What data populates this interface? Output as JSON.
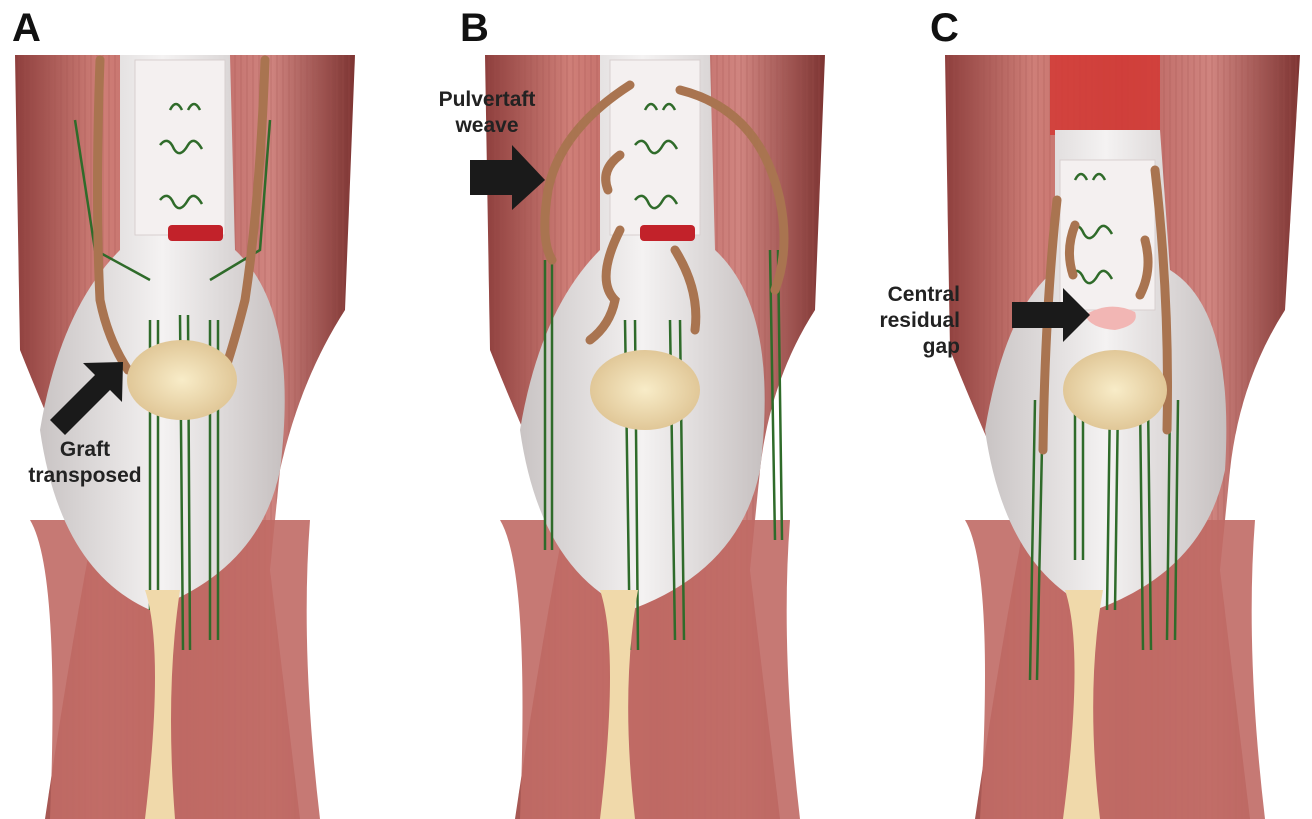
{
  "panels": [
    {
      "letter": "A",
      "annotation": [
        "Graft",
        "transposed"
      ]
    },
    {
      "letter": "B",
      "annotation": [
        "Pulvertaft",
        "weave"
      ]
    },
    {
      "letter": "C",
      "annotation": [
        "Central",
        "residual",
        "gap"
      ]
    }
  ],
  "colors": {
    "muscle": "#c9716c",
    "muscle_dark": "#9e4a48",
    "tendon": "#e8e4e4",
    "graft": "#a97450",
    "suture": "#2f6b2a",
    "patella": "#f1ddb0",
    "arrow": "#1a1a1a"
  }
}
